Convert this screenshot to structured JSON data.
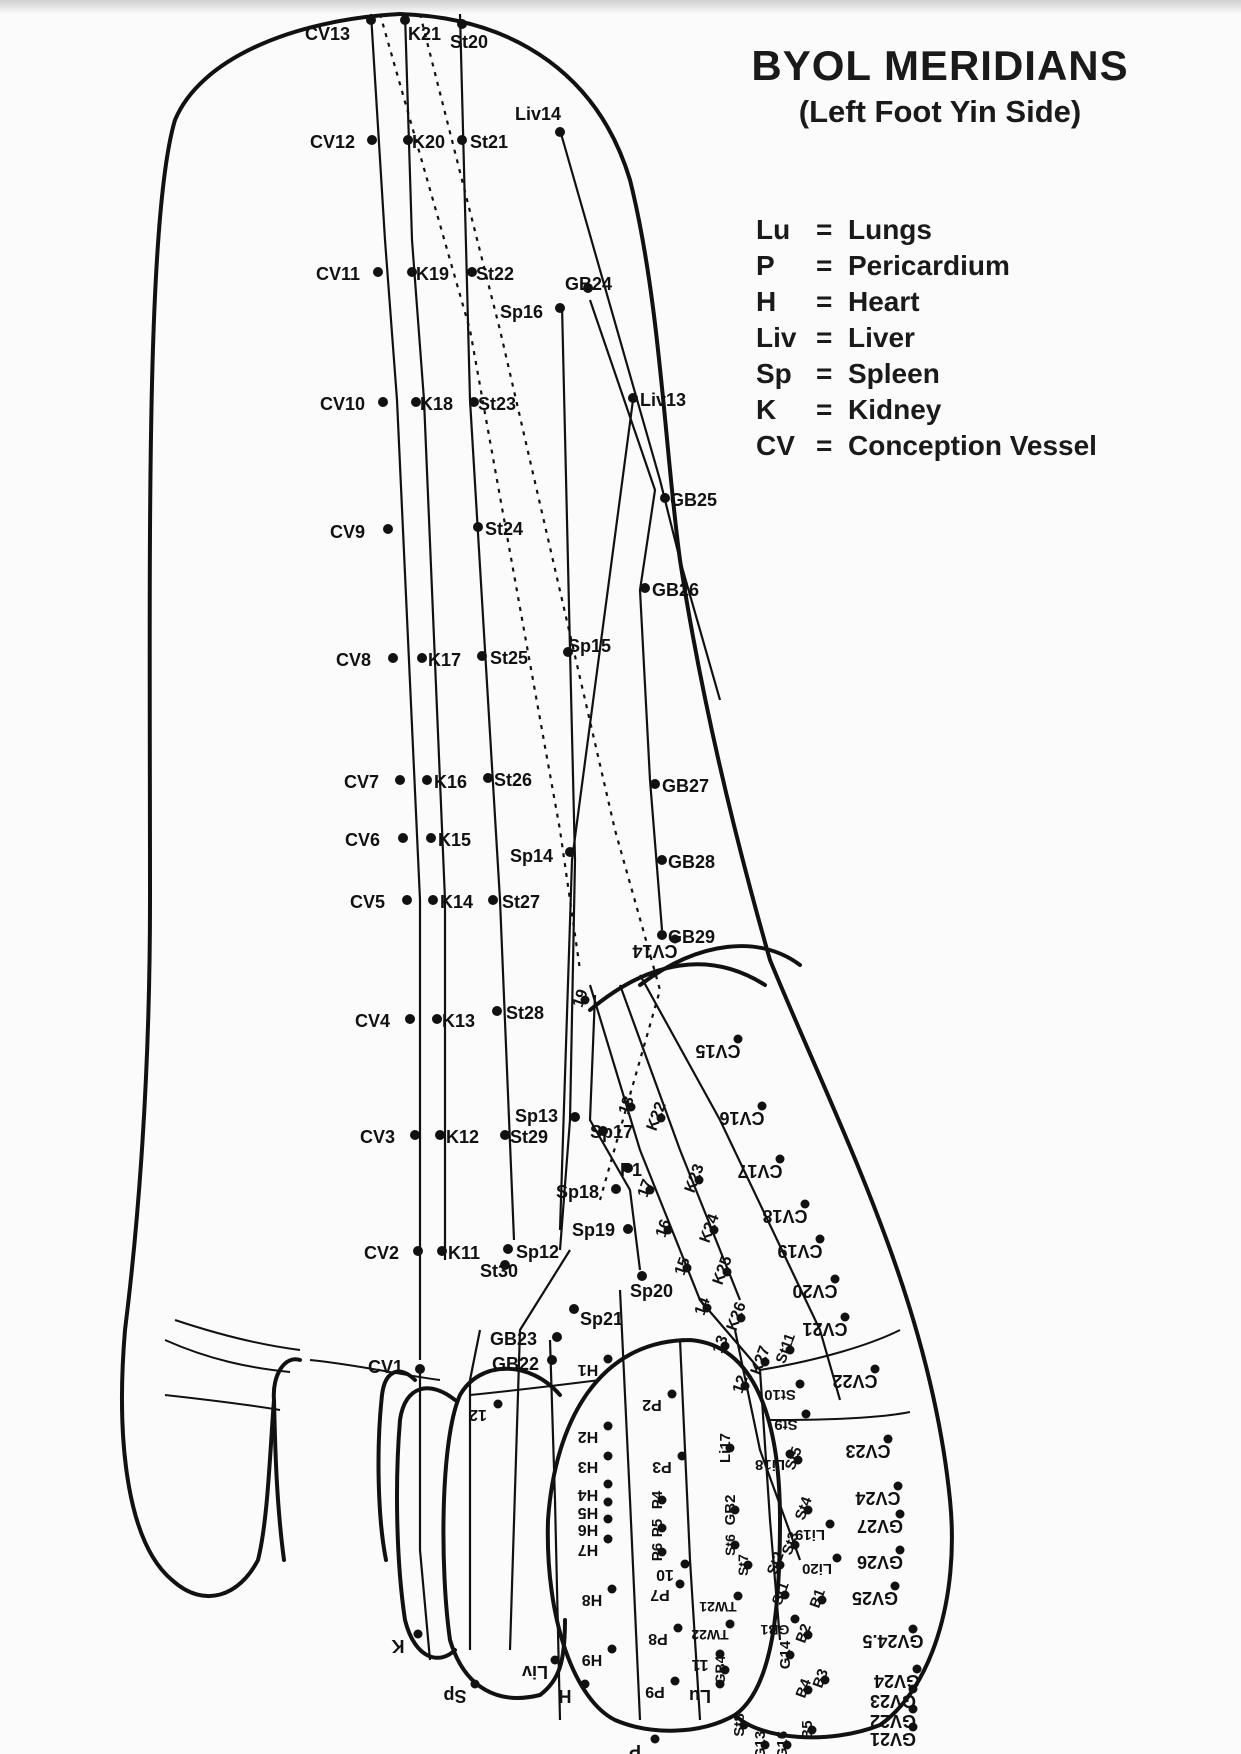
{
  "title": "BYOL MERIDIANS",
  "subtitle": "(Left Foot Yin Side)",
  "legend": [
    {
      "abbr": "Lu",
      "eq": "=",
      "name": "Lungs"
    },
    {
      "abbr": "P",
      "eq": "=",
      "name": "Pericardium"
    },
    {
      "abbr": "H",
      "eq": "=",
      "name": "Heart"
    },
    {
      "abbr": "Liv",
      "eq": "=",
      "name": "Liver"
    },
    {
      "abbr": "Sp",
      "eq": "=",
      "name": "Spleen"
    },
    {
      "abbr": "K",
      "eq": "=",
      "name": "Kidney"
    },
    {
      "abbr": "CV",
      "eq": "=",
      "name": "Conception Vessel"
    }
  ],
  "upright_labels": [
    "CV13",
    "K21",
    "St20",
    "Liv14",
    "CV12",
    "K20",
    "St21",
    "CV11",
    "K19",
    "St22",
    "GB24",
    "Sp16",
    "CV10",
    "K18",
    "St23",
    "Liv13",
    "GB25",
    "CV9",
    "St24",
    "GB26",
    "CV8",
    "K17",
    "St25",
    "Sp15",
    "CV7",
    "K16",
    "St26",
    "GB27",
    "CV6",
    "K15",
    "Sp14",
    "GB28",
    "CV5",
    "K14",
    "St27",
    "GB29",
    "CV4",
    "K13",
    "St28",
    "Sp13",
    "CV3",
    "K12",
    "St29",
    "Sp17",
    "P1",
    "Sp18",
    "Sp19",
    "CV2",
    "K11",
    "Sp12",
    "St30",
    "Sp20",
    "Sp21",
    "GB23",
    "GB22",
    "CV1"
  ],
  "rotated_labels": [
    "CV14",
    "CV15",
    "CV16",
    "CV17",
    "CV18",
    "CV19",
    "CV20",
    "CV21",
    "CV22",
    "CV23",
    "CV24",
    "GV27",
    "GV26",
    "GV25",
    "GV24.5",
    "GV24",
    "GV23",
    "GV22",
    "GV21",
    "K22",
    "K23",
    "K24",
    "K25",
    "K26",
    "K27",
    "19",
    "18",
    "17",
    "16",
    "15",
    "14",
    "13",
    "12",
    "St11",
    "St10",
    "St9",
    "St5",
    "St4",
    "St3",
    "St2",
    "St1",
    "B1",
    "B2",
    "B3",
    "B4",
    "B5",
    "GB1",
    "Li19",
    "Li20",
    "Li18",
    "Li17",
    "P2",
    "P3",
    "P4",
    "P5",
    "P6",
    "P7",
    "P8",
    "P9",
    "H1",
    "H2",
    "H3",
    "H4",
    "H5",
    "H6",
    "H7",
    "H8",
    "H9",
    "Lu",
    "Liv",
    "Sp",
    "K",
    "H",
    "P",
    "G13",
    "G16",
    "G14",
    "St8",
    "GB4",
    "TW22",
    "TW21",
    "St6",
    "St7",
    "GB2",
    "10",
    "11",
    "12"
  ]
}
